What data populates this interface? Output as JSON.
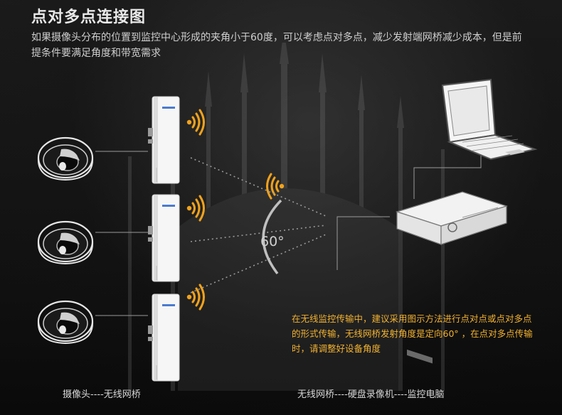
{
  "title": "点对多点连接图",
  "description": "如果摄像头分布的位置到监控中心形成的夹角小于60度，可以考虑点对多点，减少发射端网桥减少成本，但是前提条件要满足角度和带宽需求",
  "angle_label": "60°",
  "note": "在无线监控传输中，建议采用图示方法进行点对点或点对多点的形式传输，无线网桥发射角度是定向60° ，在点对多点传输时，请调整好设备角度",
  "caption_left": "摄像头----无线网桥",
  "caption_right": "无线网桥----硬盘录像机----监控电脑",
  "colors": {
    "signal": "#f2a21c",
    "note_text": "#f2b230",
    "device": "#f4f4f4"
  },
  "icons": [
    "dome-camera-icon",
    "wireless-bridge-icon",
    "wifi-signal-icon",
    "dvr-icon",
    "laptop-icon"
  ]
}
